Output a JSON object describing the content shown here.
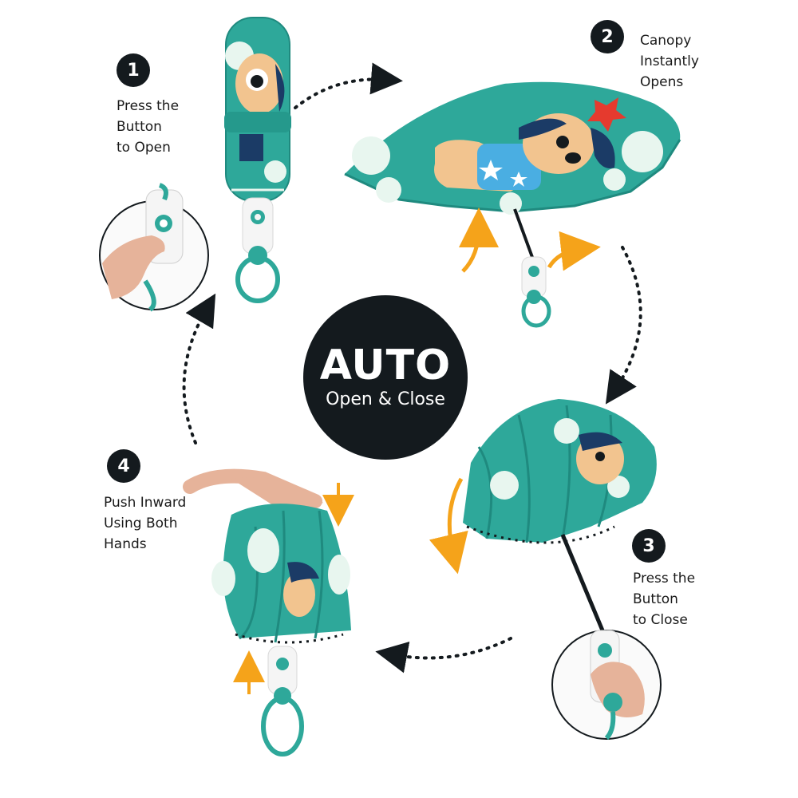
{
  "title": {
    "main": "AUTO",
    "sub": "Open & Close"
  },
  "steps": [
    {
      "number": "1",
      "lines": [
        "Press the",
        "Button",
        "to Open"
      ]
    },
    {
      "number": "2",
      "lines": [
        "Canopy",
        "Instantly",
        "Opens"
      ]
    },
    {
      "number": "3",
      "lines": [
        "Press the",
        "Button",
        "to Close"
      ]
    },
    {
      "number": "4",
      "lines": [
        "Push Inward",
        "Using Both",
        "Hands"
      ]
    }
  ],
  "colors": {
    "canopy": "#2ea89a",
    "canopy_dark": "#1f8a7f",
    "dots": "#e8f6ef",
    "dog_body": "#f2c48f",
    "dog_ear": "#1b3b66",
    "shirt": "#4aaee2",
    "arrow_orange": "#f5a31a",
    "badge": "#141a1e",
    "handle": "#f5f5f5",
    "handle_button": "#2ea89a"
  },
  "icons": [
    "dotted-cycle-arrow",
    "orange-motion-arrow",
    "hand-closeup"
  ]
}
